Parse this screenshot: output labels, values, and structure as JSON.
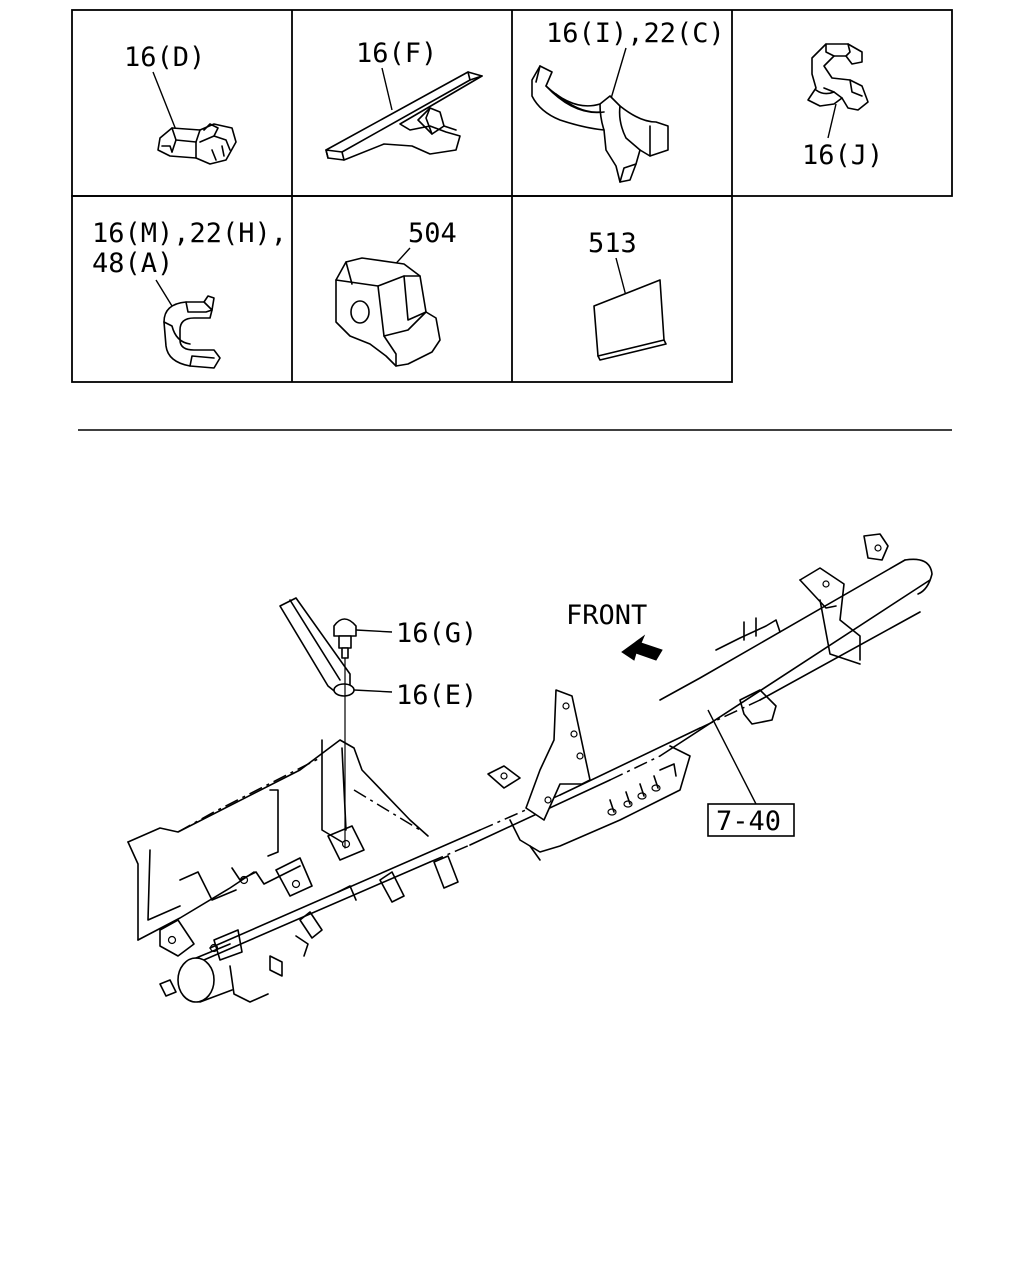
{
  "cells": [
    {
      "id": "cell-1",
      "label": "16(D)"
    },
    {
      "id": "cell-2",
      "label": "16(F)"
    },
    {
      "id": "cell-3",
      "label": "16(I),22(C)"
    },
    {
      "id": "cell-4",
      "label": "16(J)"
    },
    {
      "id": "cell-5",
      "label_line1": "16(M),22(H),",
      "label_line2": "48(A)"
    },
    {
      "id": "cell-6",
      "label": "504"
    },
    {
      "id": "cell-7",
      "label": "513"
    }
  ],
  "main": {
    "front_label": "FRONT",
    "callout_16g": "16(G)",
    "callout_16e": "16(E)",
    "ref_box": "7-40"
  }
}
